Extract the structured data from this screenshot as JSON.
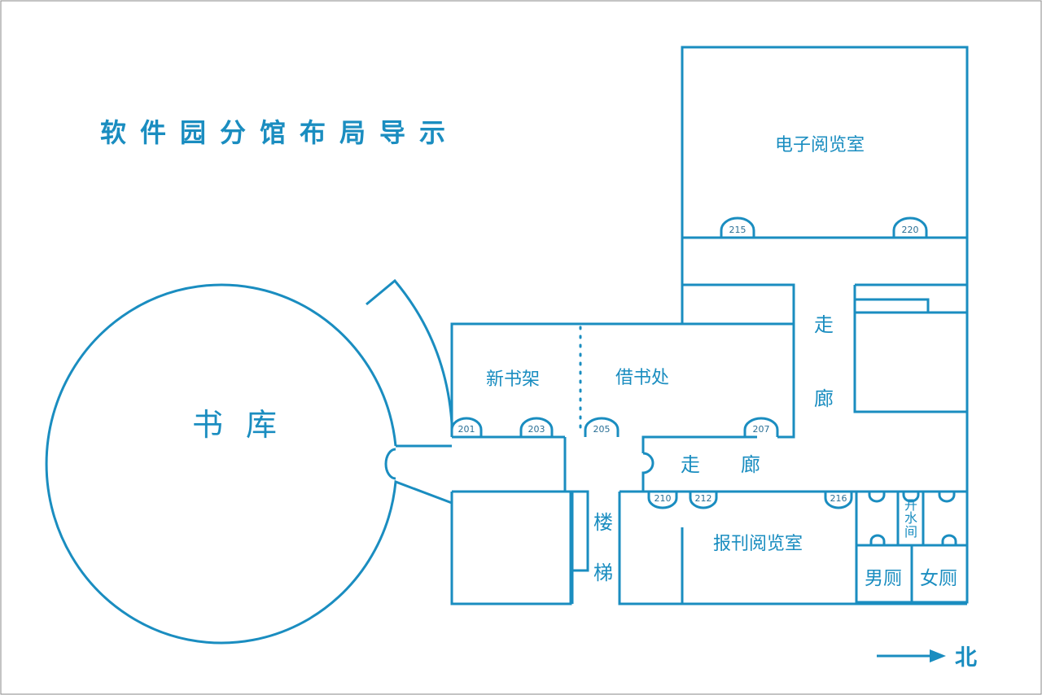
{
  "title": "软件园分馆布局导示",
  "rooms": {
    "book_stacks": "书库",
    "new_book_shelf": "新书架",
    "circulation_desk": "借书处",
    "electronic_reading": "电子阅览室",
    "periodicals_reading": "报刊阅览室",
    "mens_toilet": "男厕",
    "womens_toilet": "女厕"
  },
  "corridor_vertical": [
    "走",
    "廊"
  ],
  "corridor_horizontal": [
    "走",
    "廊"
  ],
  "stairs": [
    "楼",
    "梯"
  ],
  "water_room": [
    "开",
    "水",
    "间"
  ],
  "doors": {
    "201": "201",
    "203": "203",
    "205": "205",
    "207": "207",
    "210": "210",
    "212": "212",
    "215": "215",
    "216": "216",
    "220": "220"
  },
  "north_label": "北",
  "colors": {
    "line": "#1a8dc0",
    "background": "#ffffff"
  }
}
